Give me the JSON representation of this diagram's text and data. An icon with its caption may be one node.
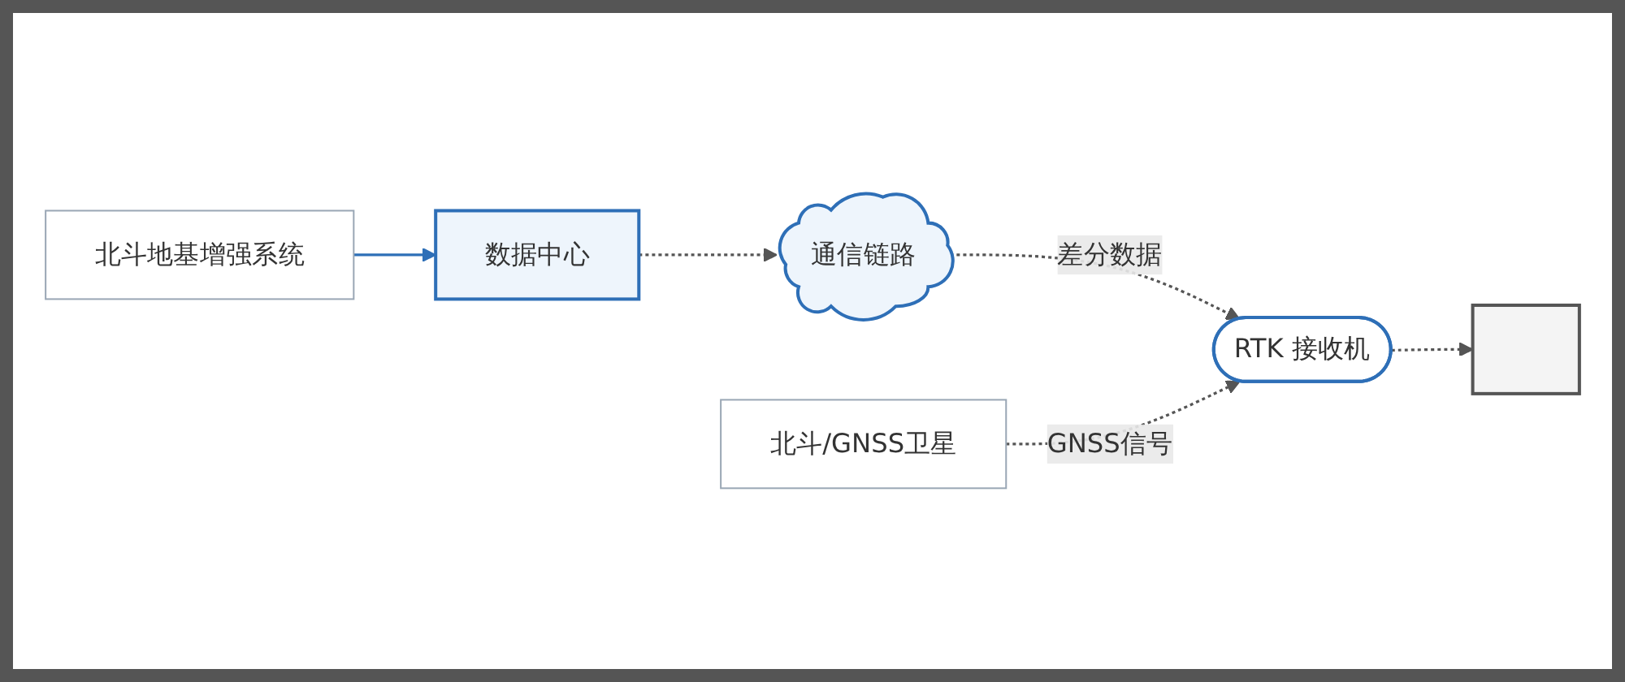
{
  "diagram": {
    "nodes": [
      {
        "text": [
          "北斗地基增强系统"
        ]
      },
      {
        "text": [
          "数据中心"
        ]
      },
      {
        "text": [
          "通信链路"
        ]
      },
      {
        "text": [
          "北斗/GNSS卫星"
        ]
      },
      {
        "text": [
          "RTK 接收机"
        ]
      },
      {
        "text": [],
        "shape": "box"
      }
    ],
    "edges": [
      {
        "from": 0,
        "to": 1,
        "arrow": "to",
        "color": "#2e6fb7"
      },
      {
        "from": 1,
        "to": 2,
        "arrow": "to",
        "style": "dashed"
      },
      {
        "from": 2,
        "to": 4,
        "arrow": "to",
        "style": "dashed",
        "label": "差分数据"
      },
      {
        "from": 3,
        "to": 4,
        "arrow": "to",
        "style": "dashed",
        "label": "GNSS信号"
      },
      {
        "from": 4,
        "to": 5,
        "arrow": "to",
        "style": "dashed"
      }
    ]
  }
}
